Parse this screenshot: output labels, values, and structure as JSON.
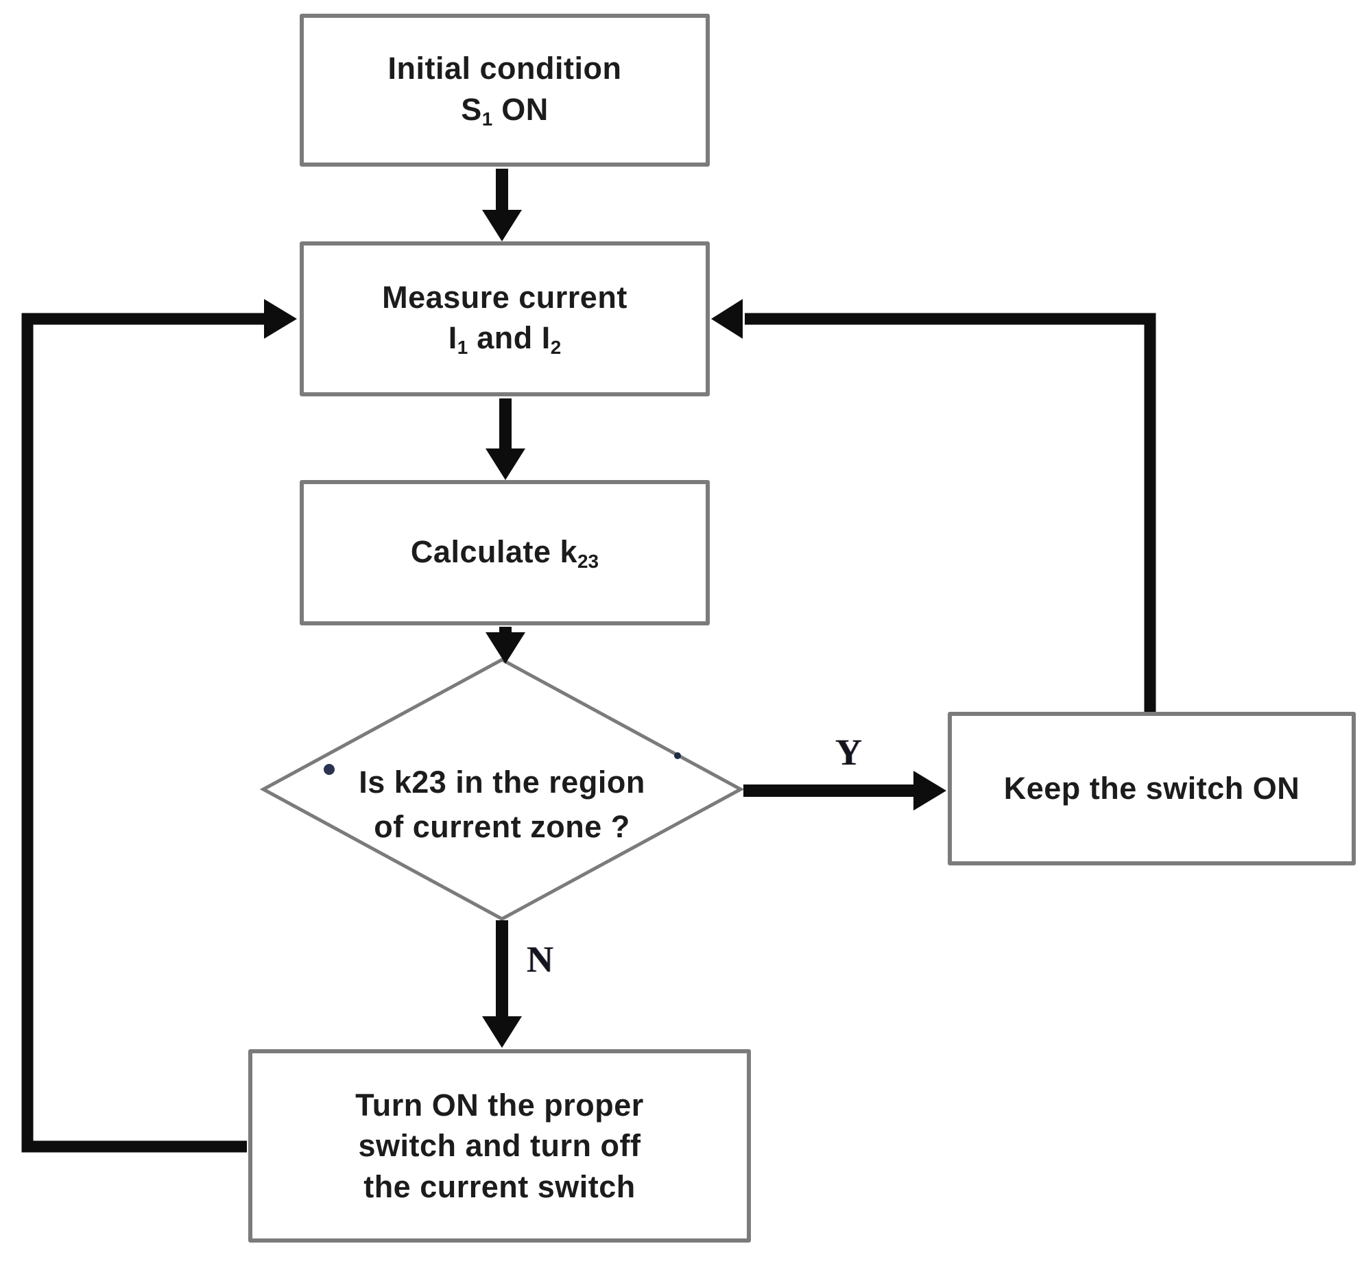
{
  "nodes": {
    "initial": {
      "line1": "Initial condition",
      "s_base": "S",
      "s_sub": "1",
      "s_after": " ON"
    },
    "measure": {
      "line1": "Measure current",
      "i1_base": "I",
      "i1_sub": "1",
      "conj": " and ",
      "i2_base": "I",
      "i2_sub": "2"
    },
    "calculate": {
      "pre": "Calculate k",
      "sub": "23"
    },
    "decision": {
      "line1": "Is k23 in the region",
      "line2": "of current zone ?"
    },
    "keep": {
      "label": "Keep the switch ON"
    },
    "turn": {
      "line1": "Turn ON the proper",
      "line2": "switch and turn off",
      "line3": "the current switch"
    }
  },
  "labels": {
    "yes": "Y",
    "no": "N"
  },
  "colors": {
    "background": "#ffffff",
    "box_border": "#7b7b7b",
    "arrow": "#0d0d0d",
    "text": "#1c1c1c"
  }
}
